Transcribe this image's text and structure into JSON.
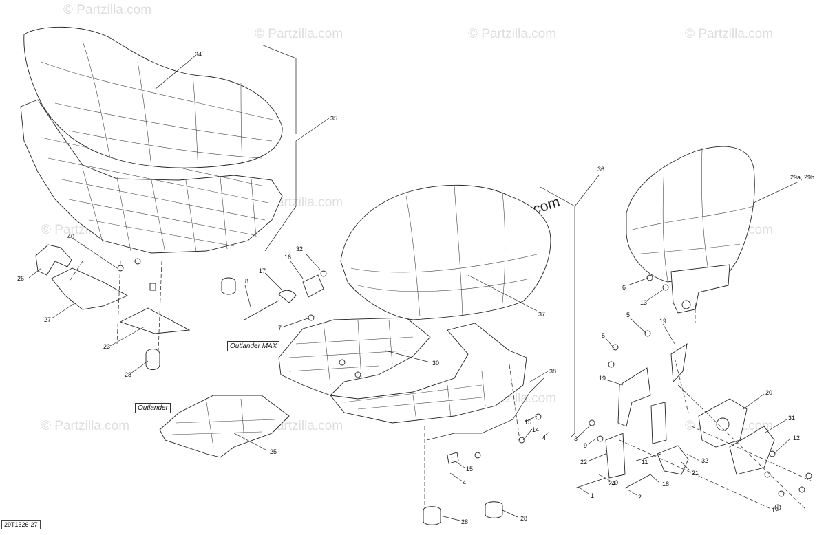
{
  "diagram": {
    "reference_code": "29T1526-27",
    "watermark_text": "© Partzilla.com",
    "center_watermark": "© Partzilla.com",
    "variant_labels": {
      "max": "Outlander MAX",
      "standard": "Outlander"
    },
    "callouts": {
      "c34": "34",
      "c35": "35",
      "c36": "36",
      "c29": "29a, 29b",
      "c40": "40",
      "c26": "26",
      "c27": "27",
      "c23": "23",
      "c28a": "28",
      "c32a": "32",
      "c16": "16",
      "c17": "17",
      "c8": "8",
      "c7": "7",
      "c30": "30",
      "c25": "25",
      "c37": "37",
      "c38": "38",
      "c15a": "15",
      "c14": "14",
      "c4a": "4",
      "c9": "9",
      "c15b": "15",
      "c4b": "4",
      "c28b": "28",
      "c28c": "28",
      "c6": "6",
      "c13": "13",
      "c5a": "5",
      "c5b": "5",
      "c19a": "19",
      "c19b": "19",
      "c20": "20",
      "c31": "31",
      "c12a": "12",
      "c32b": "32",
      "c3": "3",
      "c22": "22",
      "c11": "11",
      "c21": "21",
      "c10": "10",
      "c24": "24",
      "c18": "18",
      "c1": "1",
      "c2": "2",
      "c12b": "12"
    }
  }
}
